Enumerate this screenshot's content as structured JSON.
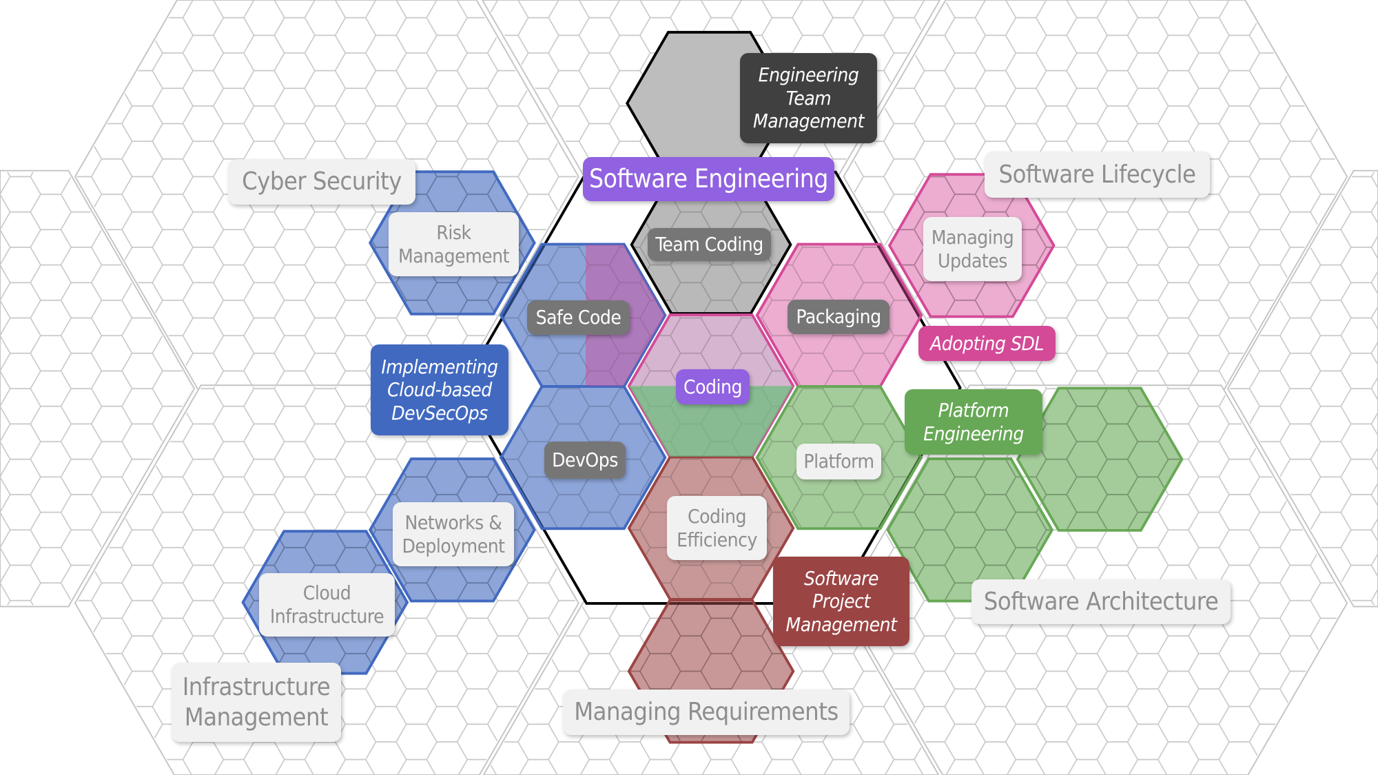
{
  "diagram": {
    "center": {
      "title": "Software Engineering"
    },
    "domains": {
      "cyber_security": "Cyber Security",
      "software_lifecycle": "Software Lifecycle",
      "software_architecture": "Software Architecture",
      "infrastructure_management": "Infrastructure Management",
      "managing_requirements": "Managing Requirements"
    },
    "topics": {
      "engineering_team_management": "Engineering\nTeam\nManagement",
      "team_coding": "Team Coding",
      "risk_management": "Risk\nManagement",
      "managing_updates": "Managing\nUpdates",
      "safe_code": "Safe Code",
      "packaging": "Packaging",
      "adopting_sdl": "Adopting SDL",
      "devsecops": "Implementing\nCloud-based\nDevSecOps",
      "coding": "Coding",
      "platform_engineering": "Platform\nEngineering",
      "devops": "DevOps",
      "platform": "Platform",
      "networks_deployment": "Networks &\nDeployment",
      "coding_efficiency": "Coding\nEfficiency",
      "software_project_management": "Software\nProject\nManagement",
      "cloud_infrastructure": "Cloud\nInfrastructure"
    },
    "colors": {
      "blue": "#4169c0",
      "pink": "#d44a97",
      "green": "#67a856",
      "red": "#9b4444",
      "purple": "#9061e0",
      "dark": "#404040",
      "gray": "#767676"
    }
  }
}
